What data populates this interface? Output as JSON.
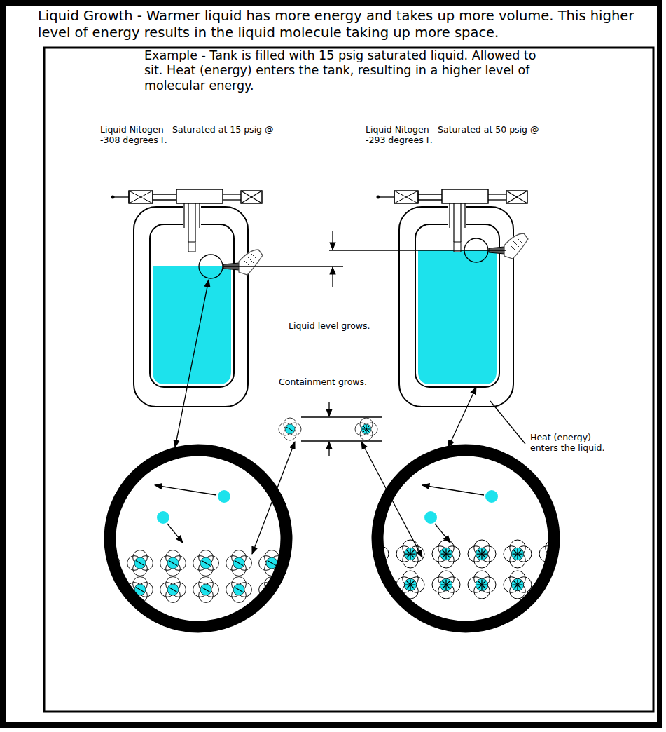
{
  "diagram": {
    "title": "Liquid Growth - Warmer liquid has more energy and takes up more volume. This higher level of energy results in the liquid molecule taking up more space.",
    "labels": [
      "Example - Tank is filled with 15 psig saturated liquid. Allowed to sit.  Heat (energy) enters the tank, resulting in a higher level of molecular energy.",
      "Liquid Nitogen -  Saturated at 15 psig @ -308 degrees F.",
      "Liquid Nitogen -  Saturated at 50 psig @ -293 degrees F.",
      "Liquid level grows.",
      "Containment grows.",
      "Heat (energy) enters the liquid."
    ]
  }
}
